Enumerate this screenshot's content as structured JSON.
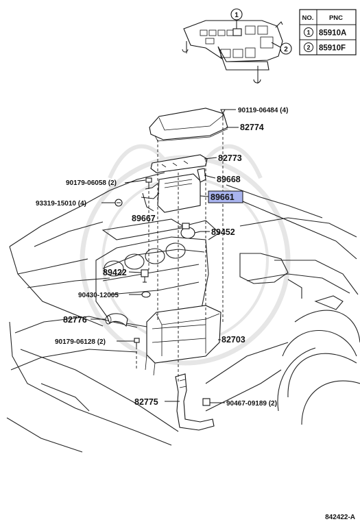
{
  "legend": {
    "header_no": "NO.",
    "header_pnc": "PNC",
    "rows": [
      {
        "no": "1",
        "pnc": "85910A"
      },
      {
        "no": "2",
        "pnc": "85910F"
      }
    ]
  },
  "callouts": [
    "1",
    "2"
  ],
  "parts": {
    "p90119": "90119-06484 (4)",
    "p82774": "82774",
    "p82773": "82773",
    "p90179a": "90179-06058 (2)",
    "p89668": "89668",
    "p93319": "93319-15010 (4)",
    "p89661": "89661",
    "p89667": "89667",
    "p89452": "89452",
    "p89422": "89422",
    "p90430": "90430-12005",
    "p82776": "82776",
    "p90179b": "90179-06128 (2)",
    "p82703": "82703",
    "p82775": "82775",
    "p90467": "90467-09189 (2)"
  },
  "diagram_code": "842422-A",
  "colors": {
    "highlight": "#a9b4ee",
    "ink": "#111111"
  }
}
